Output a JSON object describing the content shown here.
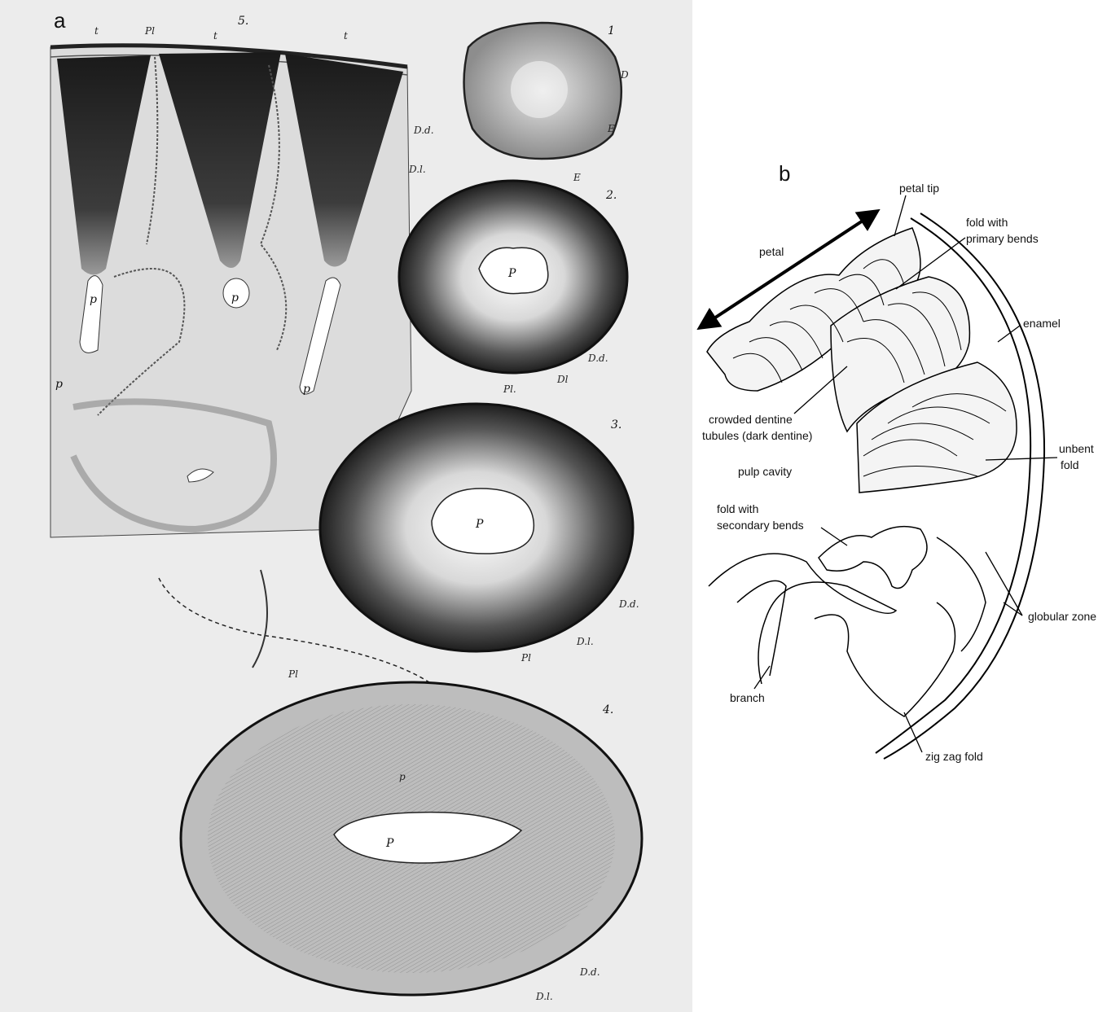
{
  "panel_a": {
    "letter": "a",
    "figure_numbers": {
      "fig1": "1",
      "fig2": "2.",
      "fig3": "3.",
      "fig4": "4.",
      "fig5": "5."
    },
    "labels": {
      "t": "t",
      "Pl": "Pl",
      "Pl_dot": "Pl.",
      "P": "P",
      "p": "p",
      "D": "D",
      "E": "E",
      "Dd": "D.d.",
      "Dl": "D.l.",
      "Dl_short": "Dl"
    }
  },
  "panel_b": {
    "letter": "b",
    "labels": {
      "petal": "petal",
      "petal_tip": "petal tip",
      "fold_primary_1": "fold with",
      "fold_primary_2": "primary bends",
      "enamel": "enamel",
      "crowded_1": "crowded dentine",
      "crowded_2": "tubules (dark dentine)",
      "pulp_cavity": "pulp cavity",
      "unbent_1": "unbent",
      "unbent_2": "fold",
      "fold_secondary_1": "fold with",
      "fold_secondary_2": "secondary bends",
      "globular_zone": "globular zone",
      "branch": "branch",
      "zig_zag": "zig zag fold"
    }
  },
  "colors": {
    "plate_bg": "#ececec",
    "ink": "#1a1a1a",
    "dark_dentine": "#2b2b2b",
    "light_dentine": "#8a8a8a"
  }
}
